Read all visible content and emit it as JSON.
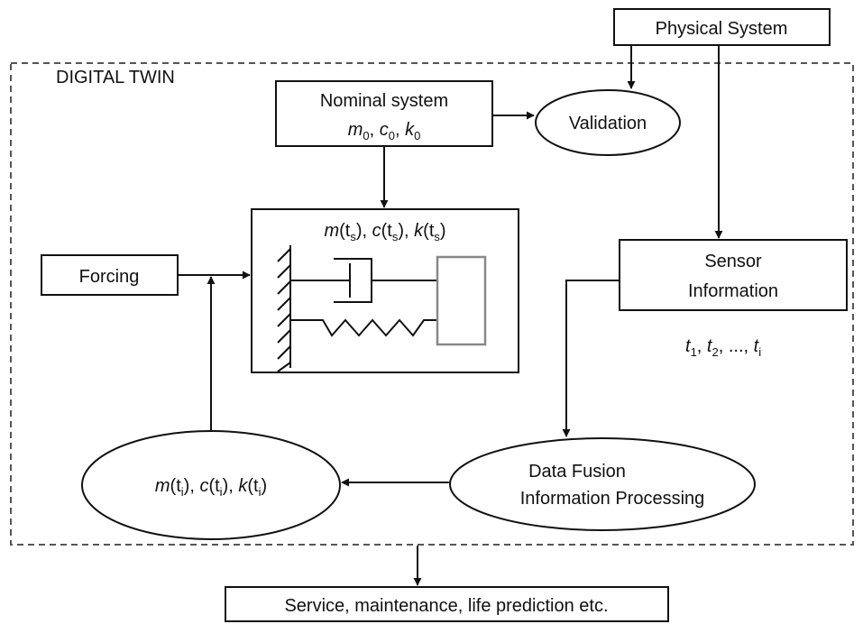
{
  "digital_twin": {
    "label": "DIGITAL TWIN"
  },
  "physical_system": {
    "label": "Physical System"
  },
  "nominal_system": {
    "title": "Nominal system",
    "params": [
      "m",
      "c",
      "k"
    ],
    "subscript": "0"
  },
  "validation": {
    "label": "Validation"
  },
  "model": {
    "params": [
      "m",
      "c",
      "k"
    ],
    "arg": "t",
    "arg_sub": "s"
  },
  "forcing": {
    "label": "Forcing"
  },
  "sensor": {
    "line1": "Sensor",
    "line2": "Information"
  },
  "sensor_times": {
    "var": "t",
    "subs": [
      "1",
      "2",
      "i"
    ],
    "ellipsis": "...,"
  },
  "fusion": {
    "line1": "Data Fusion",
    "line2": "Information Processing"
  },
  "updated": {
    "params": [
      "m",
      "c",
      "k"
    ],
    "arg": "t",
    "arg_sub": "i"
  },
  "output": {
    "label": "Service, maintenance, life prediction etc."
  }
}
